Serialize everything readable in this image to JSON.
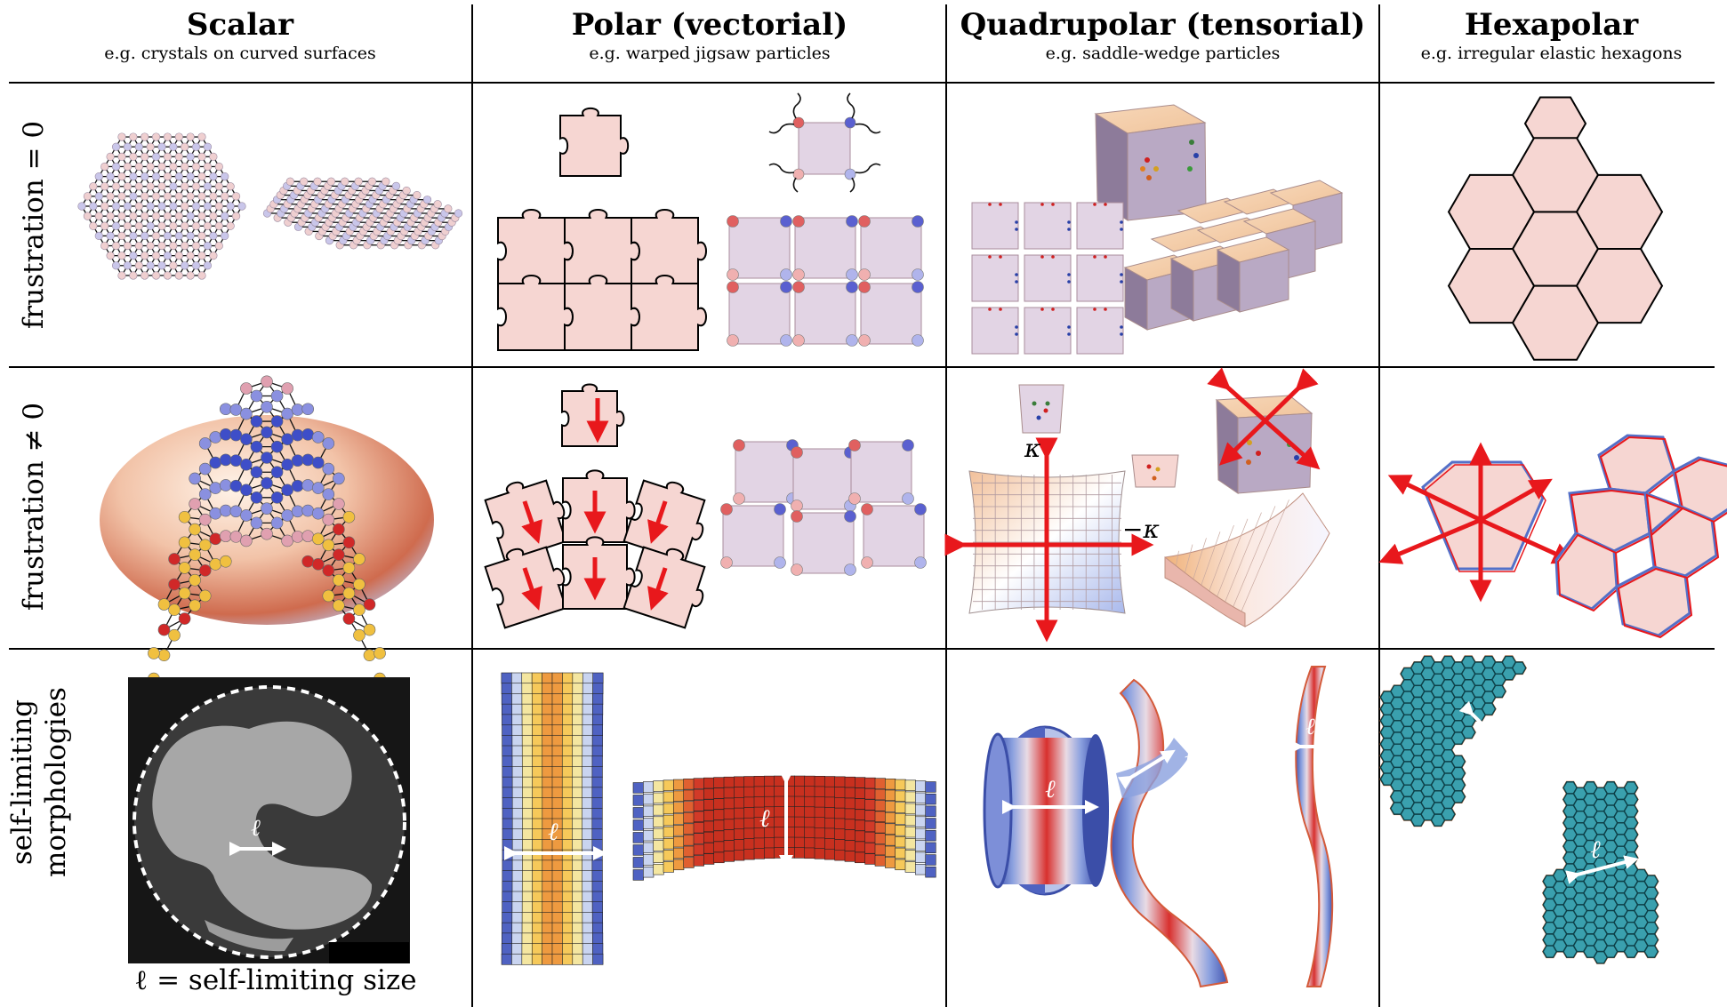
{
  "columns": [
    {
      "title": "Scalar",
      "subtitle": "e.g. crystals on curved surfaces"
    },
    {
      "title": "Polar (vectorial)",
      "subtitle": "e.g. warped jigsaw particles"
    },
    {
      "title": "Quadrupolar (tensorial)",
      "subtitle": "e.g. saddle-wedge particles"
    },
    {
      "title": "Hexapolar",
      "subtitle": "e.g. irregular elastic hexagons"
    }
  ],
  "rows": [
    {
      "label": "frustration = 0"
    },
    {
      "label": "frustration ≠ 0"
    },
    {
      "label_line1": "self-limiting",
      "label_line2": "morphologies"
    }
  ],
  "annotations": {
    "ell": "ℓ",
    "kappa": "κ",
    "minus_kappa": "−κ",
    "caption": "ℓ = self-limiting size"
  },
  "colors": {
    "puzzle_fill": "#f6d6d2",
    "lilac_fill": "#e2d4e4",
    "arrow_red": "#e8181c",
    "edge_blue": "#5470c8",
    "teal": "#1f7f8e",
    "orange_edge": "#e66a2a"
  }
}
